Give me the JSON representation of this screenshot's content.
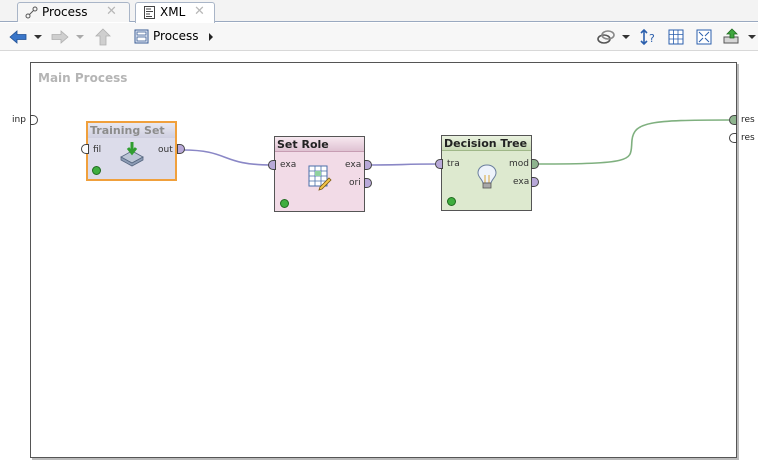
{
  "tabs": [
    {
      "label": "Process",
      "icon": "process-flow-icon",
      "active": false
    },
    {
      "label": "XML",
      "icon": "xml-document-icon",
      "active": true
    }
  ],
  "toolbar": {
    "breadcrumb_label": "Process"
  },
  "process": {
    "title": "Main Process",
    "input_port_label": "inp",
    "result_port_labels": [
      "res",
      "res"
    ]
  },
  "operators": {
    "training_set": {
      "title": "Training Set",
      "in_port": "fil",
      "out_port": "out",
      "icon": "retrieve-data-icon"
    },
    "set_role": {
      "title": "Set Role",
      "in_port": "exa",
      "out_ports": [
        "exa",
        "ori"
      ],
      "icon": "table-edit-icon"
    },
    "decision_tree": {
      "title": "Decision Tree",
      "in_port": "tra",
      "out_ports": [
        "mod",
        "exa"
      ],
      "icon": "lightbulb-icon"
    }
  },
  "colors": {
    "connection_example": "#8a87c6",
    "connection_model": "#7fb07f",
    "selected_operator_border": "#f0a03c"
  }
}
